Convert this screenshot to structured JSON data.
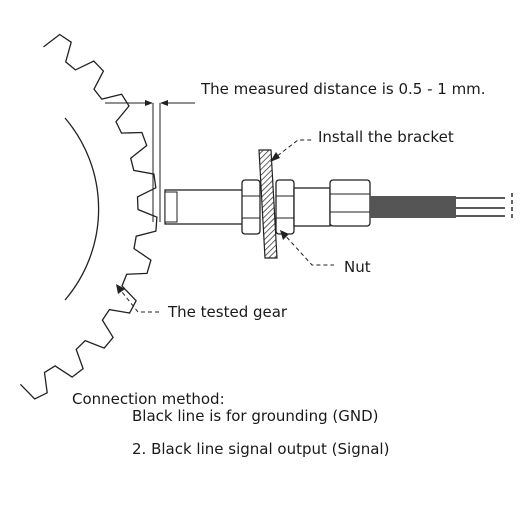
{
  "labels": {
    "distance": "The measured distance is 0.5 - 1 mm.",
    "bracket": "Install the bracket",
    "nut": "Nut",
    "gear": "The tested gear"
  },
  "notes": {
    "heading": "Connection method:",
    "line1": "Black line is for grounding (GND)",
    "line2": "2. Black line signal output (Signal)"
  }
}
